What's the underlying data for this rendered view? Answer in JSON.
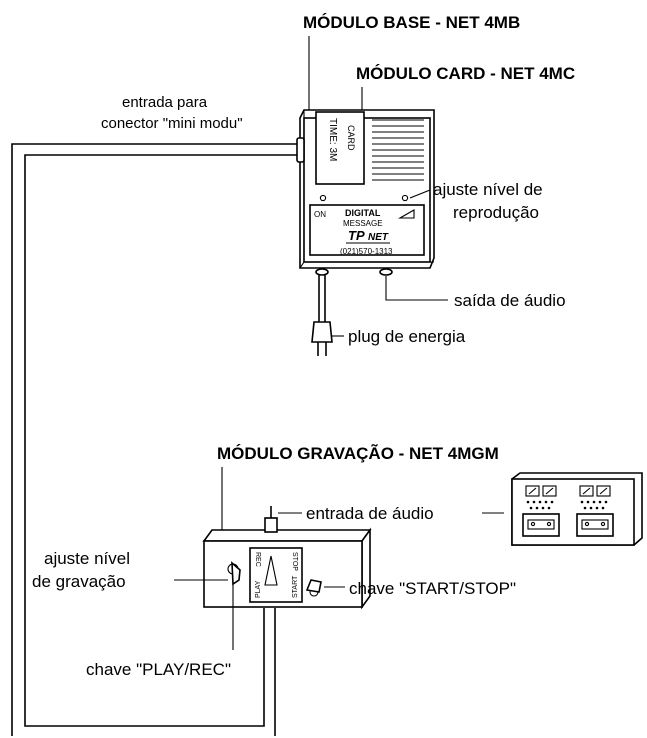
{
  "titles": {
    "base_module": "MÓDULO BASE - NET 4MB",
    "card_module": "MÓDULO CARD - NET 4MC",
    "recording_module": "MÓDULO GRAVAÇÃO - NET 4MGM"
  },
  "callouts": {
    "connector_line1": "entrada para",
    "connector_line2": "conector \"mini modu\"",
    "playback_level_line1": "ajuste nível de",
    "playback_level_line2": "reprodução",
    "audio_output": "saída de áudio",
    "power_plug": "plug de energia",
    "audio_input": "entrada de áudio",
    "rec_level_line1": "ajuste nível",
    "rec_level_line2": "de gravação",
    "start_stop_switch": "chave \"START/STOP\"",
    "play_rec_switch": "chave \"PLAY/REC\""
  },
  "device": {
    "card_label": "CARD",
    "time_label": "TIME: 3M",
    "on_label": "ON",
    "digital": "DIGITAL",
    "message": "MESSAGE",
    "brand_tp": "TP",
    "brand_net": "NET",
    "phone": "(021)570-1313",
    "rec_panel_rec": "REC",
    "rec_panel_stop": "STOP",
    "rec_panel_play": "PLAY",
    "rec_panel_start": "START"
  }
}
